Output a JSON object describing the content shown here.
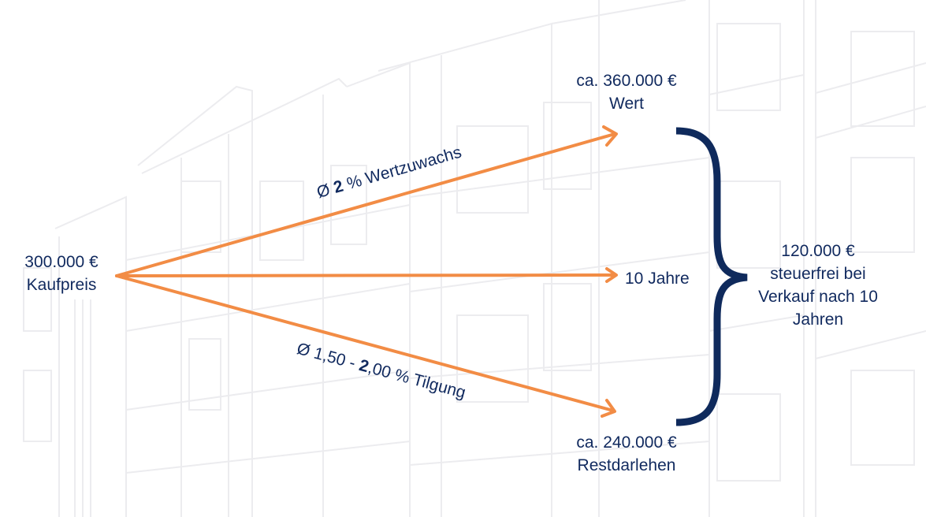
{
  "colors": {
    "arrow": "#f28c45",
    "text": "#10295e",
    "brace": "#0f2a5c",
    "background_sketch": "#ececef"
  },
  "start": {
    "amount": "300.000 €",
    "label": "Kaufpreis"
  },
  "branches": {
    "top": {
      "annotation_prefix": "Ø ",
      "annotation_bold": "2",
      "annotation_suffix": " % Wertzuwachs",
      "amount": "ca. 360.000 €",
      "label": "Wert"
    },
    "middle": {
      "label": "10 Jahre"
    },
    "bottom": {
      "annotation_prefix": "Ø 1,50 - ",
      "annotation_bold": "2",
      "annotation_suffix": ",00 % Tilgung",
      "amount": "ca. 240.000 €",
      "label": "Restdarlehen"
    }
  },
  "result": {
    "amount": "120.000 €",
    "line1": "steuerfrei bei",
    "line2": "Verkauf nach 10",
    "line3": "Jahren"
  },
  "icons": {
    "background": "building-sketch-icon",
    "brace": "curly-brace-icon",
    "arrow": "arrow-right-icon"
  }
}
